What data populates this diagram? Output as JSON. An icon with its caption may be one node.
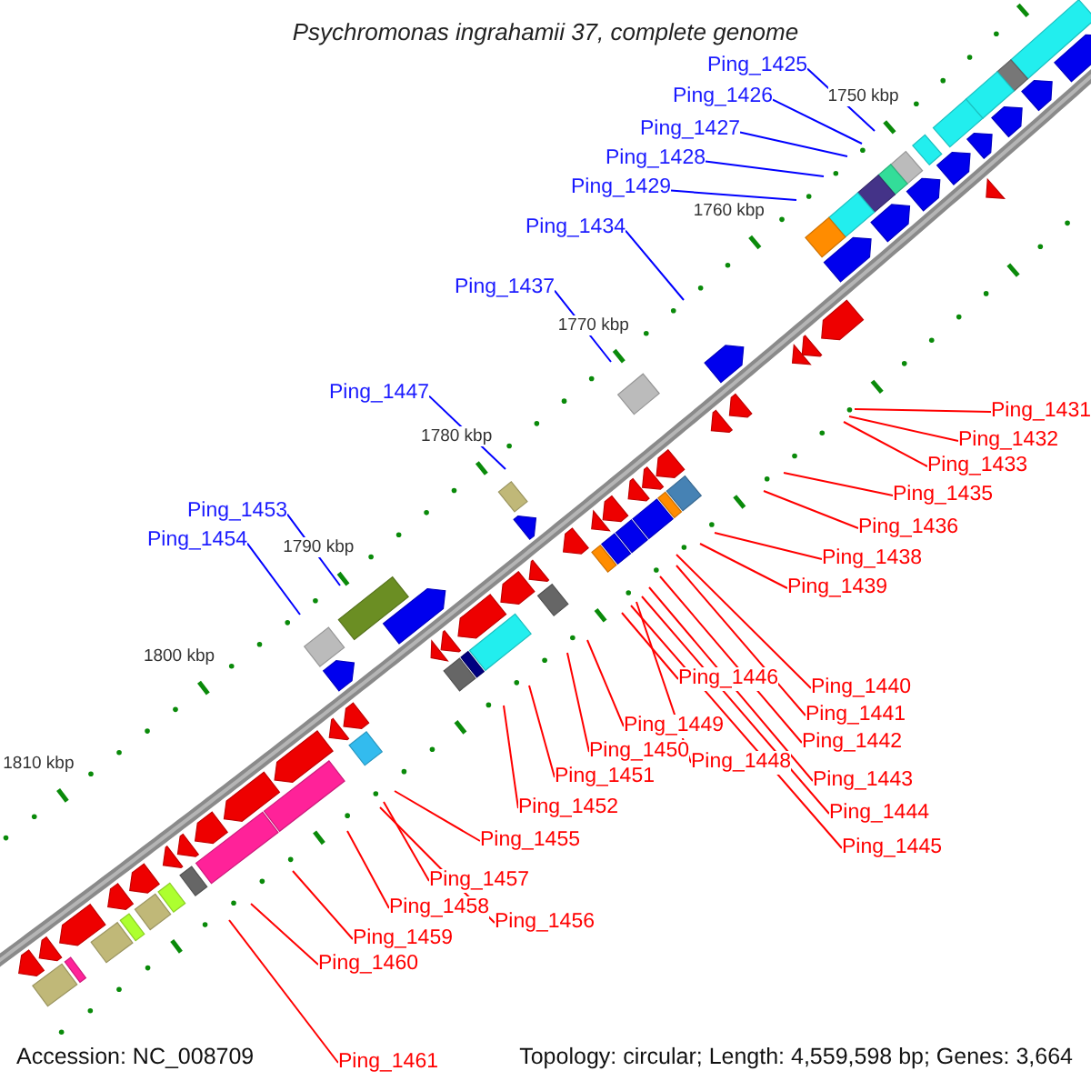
{
  "diagram": {
    "title": "Psychromonas ingrahamii 37, complete genome",
    "nodes": [
      {
        "text": [
          "Ping_1425"
        ]
      },
      {
        "text": [
          "Ping_1426"
        ]
      },
      {
        "text": [
          "Ping_1427"
        ]
      },
      {
        "text": [
          "Ping_1428"
        ]
      },
      {
        "text": [
          "Ping_1429"
        ]
      },
      {
        "text": [
          "Ping_1434"
        ]
      },
      {
        "text": [
          "Ping_1437"
        ]
      },
      {
        "text": [
          "Ping_1447"
        ]
      },
      {
        "text": [
          "Ping_1431"
        ]
      },
      {
        "text": [
          "Ping_1432"
        ]
      },
      {
        "text": [
          "Ping_1433"
        ]
      },
      {
        "text": [
          "Ping_1435"
        ]
      },
      {
        "text": [
          "Ping_1453"
        ]
      },
      {
        "text": [
          "Ping_1436"
        ]
      },
      {
        "text": [
          "Ping_1454"
        ]
      },
      {
        "text": [
          "Ping_1438"
        ]
      },
      {
        "text": [
          "Ping_1439"
        ]
      },
      {
        "text": [
          "Ping_1446"
        ]
      },
      {
        "text": [
          "Ping_1440"
        ]
      },
      {
        "text": [
          "Ping_1441"
        ]
      },
      {
        "text": [
          "Ping_1449"
        ]
      },
      {
        "text": [
          "Ping_1442"
        ]
      },
      {
        "text": [
          "Ping_1450"
        ]
      },
      {
        "text": [
          "Ping_1448"
        ]
      },
      {
        "text": [
          "Ping_1451"
        ]
      },
      {
        "text": [
          "Ping_1443"
        ]
      },
      {
        "text": [
          "Ping_1452"
        ]
      },
      {
        "text": [
          "Ping_1444"
        ]
      },
      {
        "text": [
          "Ping_1455"
        ]
      },
      {
        "text": [
          "Ping_1445"
        ]
      },
      {
        "text": [
          "Ping_1457"
        ]
      },
      {
        "text": [
          "Ping_1458"
        ]
      },
      {
        "text": [
          "Ping_1456"
        ]
      },
      {
        "text": [
          "Ping_1459"
        ]
      },
      {
        "text": [
          "Ping_1460"
        ]
      },
      {
        "text": [
          "Ping_1461"
        ]
      }
    ],
    "edges": [
      {
        "from": 0,
        "to": null,
        "arrow": "none",
        "color": "#0000ff"
      },
      {
        "from": 1,
        "to": null,
        "arrow": "none",
        "color": "#0000ff"
      },
      {
        "from": 2,
        "to": null,
        "arrow": "none",
        "color": "#0000ff"
      },
      {
        "from": 3,
        "to": null,
        "arrow": "none",
        "color": "#0000ff"
      },
      {
        "from": 4,
        "to": null,
        "arrow": "none",
        "color": "#0000ff"
      },
      {
        "from": 5,
        "to": null,
        "arrow": "none",
        "color": "#0000ff"
      },
      {
        "from": 6,
        "to": null,
        "arrow": "none",
        "color": "#0000ff"
      },
      {
        "from": 7,
        "to": null,
        "arrow": "none",
        "color": "#0000ff"
      },
      {
        "from": 8,
        "to": null,
        "arrow": "none"
      },
      {
        "from": 9,
        "to": null,
        "arrow": "none"
      },
      {
        "from": 10,
        "to": null,
        "arrow": "none"
      },
      {
        "from": 11,
        "to": null,
        "arrow": "none"
      },
      {
        "from": 12,
        "to": null,
        "arrow": "none",
        "color": "#0000ff"
      },
      {
        "from": 13,
        "to": null,
        "arrow": "none"
      },
      {
        "from": 14,
        "to": null,
        "arrow": "none",
        "color": "#0000ff"
      },
      {
        "from": 15,
        "to": null,
        "arrow": "none"
      },
      {
        "from": 16,
        "to": null,
        "arrow": "none"
      },
      {
        "from": 17,
        "to": null,
        "arrow": "none"
      },
      {
        "from": 18,
        "to": null,
        "arrow": "none"
      },
      {
        "from": 19,
        "to": null,
        "arrow": "none"
      },
      {
        "from": 20,
        "to": null,
        "arrow": "none"
      },
      {
        "from": 21,
        "to": null,
        "arrow": "none"
      },
      {
        "from": 22,
        "to": null,
        "arrow": "none"
      },
      {
        "from": 23,
        "to": null,
        "arrow": "none"
      },
      {
        "from": 24,
        "to": null,
        "arrow": "none"
      },
      {
        "from": 25,
        "to": null,
        "arrow": "none"
      },
      {
        "from": 26,
        "to": null,
        "arrow": "none"
      },
      {
        "from": 27,
        "to": null,
        "arrow": "none"
      },
      {
        "from": 28,
        "to": null,
        "arrow": "none"
      },
      {
        "from": 29,
        "to": null,
        "arrow": "none"
      },
      {
        "from": 30,
        "to": null,
        "arrow": "none"
      },
      {
        "from": 31,
        "to": null,
        "arrow": "none"
      },
      {
        "from": 32,
        "to": null,
        "arrow": "none"
      },
      {
        "from": 33,
        "to": null,
        "arrow": "none"
      },
      {
        "from": 34,
        "to": null,
        "arrow": "none"
      },
      {
        "from": 35,
        "to": null,
        "arrow": "none"
      }
    ],
    "labels": [
      "1750 kbp",
      "1760 kbp",
      "1770 kbp",
      "1780 kbp",
      "1790 kbp",
      "1800 kbp",
      "1810 kbp",
      "Accession: NC_008709",
      "Topology: circular; Length: 4,559,598 bp; Genes: 3,664"
    ]
  }
}
